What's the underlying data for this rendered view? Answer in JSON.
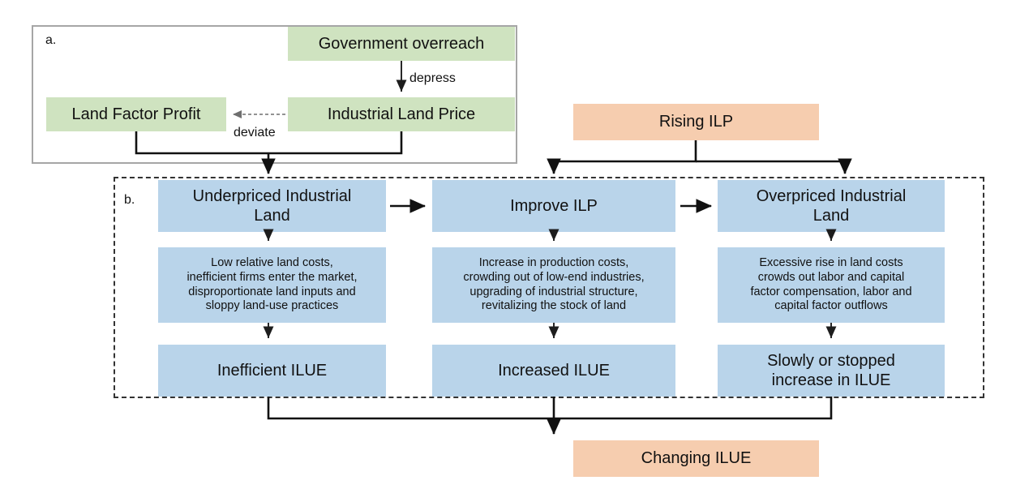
{
  "figure": {
    "panels": [
      {
        "key": "a",
        "label": "a."
      },
      {
        "key": "b",
        "label": "b."
      }
    ]
  },
  "colors": {
    "green_fill": "#cfe3c0",
    "blue_fill": "#b9d4ea",
    "orange_fill": "#f6cdaf",
    "stroke": "#111111",
    "panel_a_border": "#a6a6a6",
    "panel_b_border": "#333333",
    "background": "#ffffff"
  },
  "panel_a": {
    "label": "a.",
    "nodes": {
      "government_overreach": "Government overreach",
      "industrial_land_price": "Industrial Land Price",
      "land_factor_profit": "Land Factor Profit"
    },
    "edge_labels": {
      "depress": "depress",
      "deviate": "deviate"
    }
  },
  "panel_b": {
    "label": "b.",
    "columns": [
      {
        "key": "underpriced",
        "title": "Underpriced Industrial\nLand",
        "detail": "Low relative land costs,\ninefficient firms enter the market,\ndisproportionate land inputs and\nsloppy land-use practices",
        "outcome": "Inefficient ILUE"
      },
      {
        "key": "improve",
        "title": "Improve ILP",
        "detail": "Increase in production costs,\ncrowding out of low-end industries,\nupgrading of industrial structure,\nrevitalizing the stock of land",
        "outcome": "Increased ILUE"
      },
      {
        "key": "overpriced",
        "title": "Overpriced Industrial\nLand",
        "detail": "Excessive rise in land costs\ncrowds out labor and capital\nfactor compensation, labor and\ncapital factor outflows",
        "outcome": "Slowly or stopped\nincrease in ILUE"
      }
    ]
  },
  "outer_nodes": {
    "rising_ilp": "Rising ILP",
    "changing_ilue": "Changing ILUE"
  }
}
